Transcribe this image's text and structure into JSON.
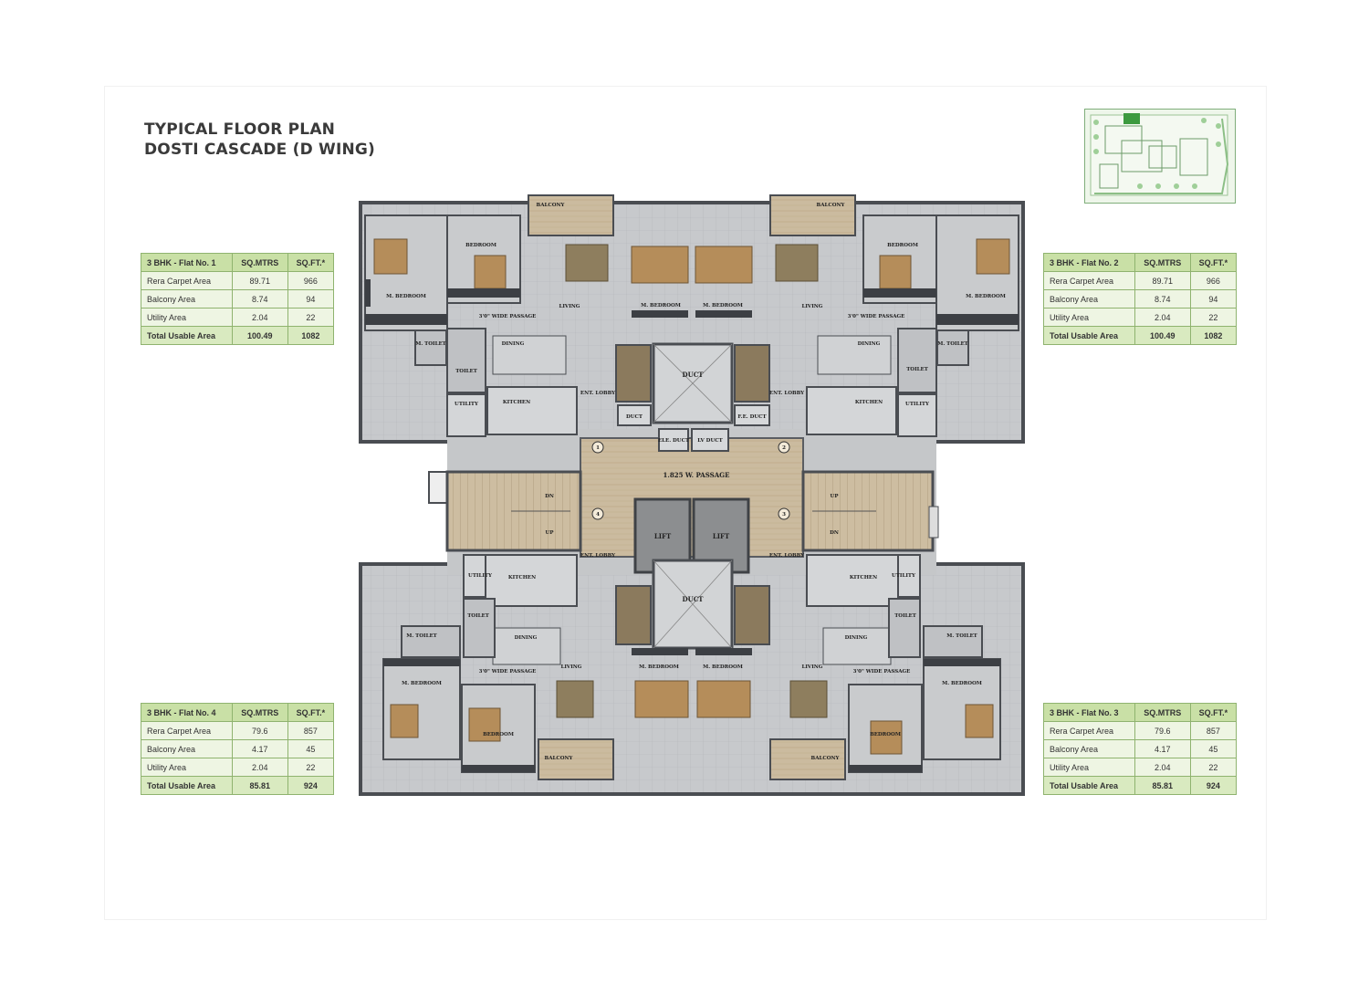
{
  "title": {
    "line1": "TYPICAL FLOOR PLAN",
    "line2": "DOSTI CASCADE (D WING)"
  },
  "col_headers": {
    "mtrs": "SQ.MTRS",
    "sqft": "SQ.FT.*"
  },
  "flats": [
    {
      "name": "3 BHK - Flat No. 1",
      "rows": [
        {
          "label": "Rera Carpet Area",
          "mtrs": "89.71",
          "sqft": "966"
        },
        {
          "label": "Balcony Area",
          "mtrs": "8.74",
          "sqft": "94"
        },
        {
          "label": "Utility Area",
          "mtrs": "2.04",
          "sqft": "22"
        },
        {
          "label": "Total Usable Area",
          "mtrs": "100.49",
          "sqft": "1082"
        }
      ]
    },
    {
      "name": "3 BHK - Flat No. 2",
      "rows": [
        {
          "label": "Rera Carpet Area",
          "mtrs": "89.71",
          "sqft": "966"
        },
        {
          "label": "Balcony Area",
          "mtrs": "8.74",
          "sqft": "94"
        },
        {
          "label": "Utility Area",
          "mtrs": "2.04",
          "sqft": "22"
        },
        {
          "label": "Total Usable Area",
          "mtrs": "100.49",
          "sqft": "1082"
        }
      ]
    },
    {
      "name": "3 BHK - Flat No. 4",
      "rows": [
        {
          "label": "Rera Carpet Area",
          "mtrs": "79.6",
          "sqft": "857"
        },
        {
          "label": "Balcony Area",
          "mtrs": "4.17",
          "sqft": "45"
        },
        {
          "label": "Utility Area",
          "mtrs": "2.04",
          "sqft": "22"
        },
        {
          "label": "Total Usable Area",
          "mtrs": "85.81",
          "sqft": "924"
        }
      ]
    },
    {
      "name": "3 BHK - Flat No. 3",
      "rows": [
        {
          "label": "Rera Carpet Area",
          "mtrs": "79.6",
          "sqft": "857"
        },
        {
          "label": "Balcony Area",
          "mtrs": "4.17",
          "sqft": "45"
        },
        {
          "label": "Utility Area",
          "mtrs": "2.04",
          "sqft": "22"
        },
        {
          "label": "Total Usable Area",
          "mtrs": "85.81",
          "sqft": "924"
        }
      ]
    }
  ],
  "plan": {
    "passage": "1.825 W. PASSAGE",
    "duct": "DUCT",
    "lift": "LIFT",
    "ele_duct": "ELE. DUCT",
    "lv_duct": "LV DUCT",
    "fe_duct": "F.E. DUCT",
    "stair_dn": "DN",
    "stair_up": "UP",
    "markers": [
      "1",
      "2",
      "3",
      "4"
    ],
    "rooms": {
      "balcony": "BALCONY",
      "bedroom": "BEDROOM",
      "m_bedroom": "M. BEDROOM",
      "living": "LIVING",
      "dining": "DINING",
      "kitchen": "KITCHEN",
      "utility": "UTILITY",
      "toilet": "TOILET",
      "m_toilet": "M. TOILET",
      "ent_lobby": "ENT. LOBBY",
      "wide_passage": "3'0\" WIDE PASSAGE"
    }
  },
  "colors": {
    "table_border": "#8fb36f",
    "table_header": "#c9e0a6",
    "floor_grey": "#c4c6c8",
    "wood": "#c9b89e",
    "wall": "#4a4d52"
  }
}
